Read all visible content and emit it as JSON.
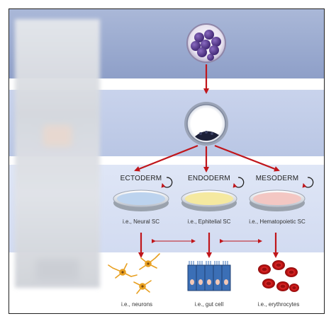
{
  "layers": [
    {
      "name": "ECTODERM",
      "example": "i.e., Neural SC",
      "cell": "i.e., neurons",
      "dish_color": "#bcd3ee"
    },
    {
      "name": "ENDODERM",
      "example": "i.e., Ephitelial SC",
      "cell": "i.e., gut cell",
      "dish_color": "#f5e9a0"
    },
    {
      "name": "MESODERM",
      "example": "i.e., Hematopoietic SC",
      "cell": "i.e., erythrocytes",
      "dish_color": "#f3c7c3"
    }
  ],
  "colors": {
    "arrow": "#c0161b",
    "morula": "#5b3a8f",
    "neuron": "#e8a021",
    "gut_cell": "#3b6fb6",
    "erythrocyte": "#c41818"
  },
  "icons": [
    "morula-icon",
    "blastocyst-icon",
    "cycle-arrow-icon",
    "petri-dish-icon",
    "neuron-icon",
    "gut-cell-icon",
    "erythrocyte-icon"
  ]
}
